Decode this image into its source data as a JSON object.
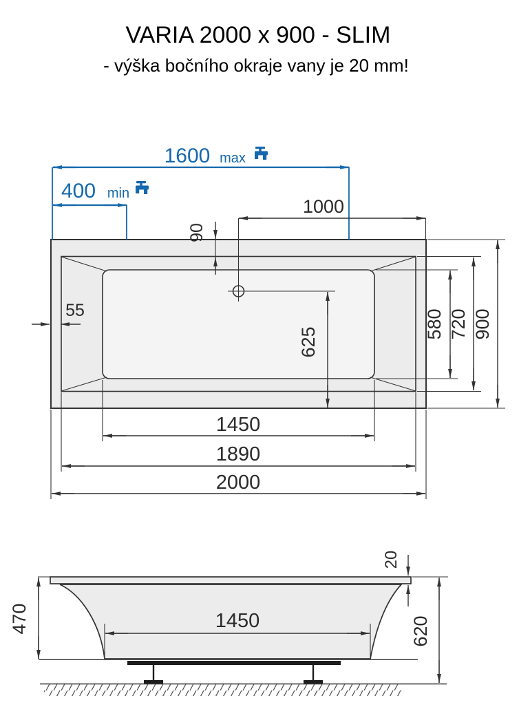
{
  "header": {
    "title": "VARIA 2000 x 900 - SLIM",
    "subtitle": "- výška bočního okraje vany je 20 mm!"
  },
  "colors": {
    "accent_blue": "#1468ad",
    "line_dark": "#333333",
    "fill_gray": "#ececec",
    "fill_bowl": "#f4f4f4"
  },
  "units": "mm",
  "top_view": {
    "tap_max": {
      "value": "1600",
      "qualifier": "max"
    },
    "tap_min": {
      "value": "400",
      "qualifier": "min"
    },
    "drain_to_right_edge": "1000",
    "rim_top_offset": "90",
    "rim_side_offset": "55",
    "drain_to_bottom_edge": "625",
    "bowl_width": "580",
    "inner_width": "720",
    "overall_width": "900",
    "bowl_length": "1450",
    "inner_length": "1890",
    "overall_length": "2000"
  },
  "side_view": {
    "rim_edge_height": "20",
    "shell_height": "470",
    "overall_height": "620",
    "flat_bottom_length": "1450"
  }
}
